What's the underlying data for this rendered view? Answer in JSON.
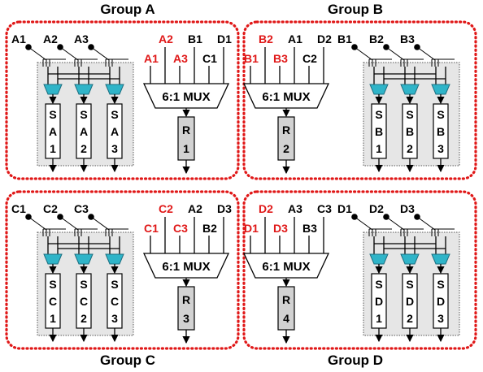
{
  "groups": [
    {
      "id": "a",
      "title": "Group A",
      "inputs": [
        "A1",
        "A2",
        "A3"
      ],
      "units": [
        [
          "S",
          "A",
          "1"
        ],
        [
          "S",
          "A",
          "2"
        ],
        [
          "S",
          "A",
          "3"
        ]
      ],
      "mux_label": "6:1 MUX",
      "mux_inputs": [
        {
          "text": "A1",
          "color": "red"
        },
        {
          "text": "A2",
          "color": "red"
        },
        {
          "text": "A3",
          "color": "red"
        },
        {
          "text": "B1",
          "color": "black"
        },
        {
          "text": "C1",
          "color": "black"
        },
        {
          "text": "D1",
          "color": "black"
        }
      ],
      "register": [
        "R",
        "1"
      ]
    },
    {
      "id": "b",
      "title": "Group B",
      "inputs": [
        "B1",
        "B2",
        "B3"
      ],
      "units": [
        [
          "S",
          "B",
          "1"
        ],
        [
          "S",
          "B",
          "2"
        ],
        [
          "S",
          "B",
          "3"
        ]
      ],
      "mux_label": "6:1 MUX",
      "mux_inputs": [
        {
          "text": "B1",
          "color": "red"
        },
        {
          "text": "B2",
          "color": "red"
        },
        {
          "text": "B3",
          "color": "red"
        },
        {
          "text": "A1",
          "color": "black"
        },
        {
          "text": "C2",
          "color": "black"
        },
        {
          "text": "D2",
          "color": "black"
        }
      ],
      "register": [
        "R",
        "2"
      ]
    },
    {
      "id": "c",
      "title": "Group C",
      "inputs": [
        "C1",
        "C2",
        "C3"
      ],
      "units": [
        [
          "S",
          "C",
          "1"
        ],
        [
          "S",
          "C",
          "2"
        ],
        [
          "S",
          "C",
          "3"
        ]
      ],
      "mux_label": "6:1 MUX",
      "mux_inputs": [
        {
          "text": "C1",
          "color": "red"
        },
        {
          "text": "C2",
          "color": "red"
        },
        {
          "text": "C3",
          "color": "red"
        },
        {
          "text": "A2",
          "color": "black"
        },
        {
          "text": "B2",
          "color": "black"
        },
        {
          "text": "D3",
          "color": "black"
        }
      ],
      "register": [
        "R",
        "3"
      ]
    },
    {
      "id": "d",
      "title": "Group D",
      "inputs": [
        "D1",
        "D2",
        "D3"
      ],
      "units": [
        [
          "S",
          "D",
          "1"
        ],
        [
          "S",
          "D",
          "2"
        ],
        [
          "S",
          "D",
          "3"
        ]
      ],
      "mux_label": "6:1 MUX",
      "mux_inputs": [
        {
          "text": "D1",
          "color": "red"
        },
        {
          "text": "D2",
          "color": "red"
        },
        {
          "text": "D3",
          "color": "red"
        },
        {
          "text": "A3",
          "color": "black"
        },
        {
          "text": "B3",
          "color": "black"
        },
        {
          "text": "C3",
          "color": "black"
        }
      ],
      "register": [
        "R",
        "4"
      ]
    }
  ],
  "colors": {
    "frame": "#e01818",
    "highlight_label": "#e01818",
    "selector": "#2fb4c8",
    "register_fill": "#d2d2d2",
    "unit_panel": "#e6e6e6"
  }
}
